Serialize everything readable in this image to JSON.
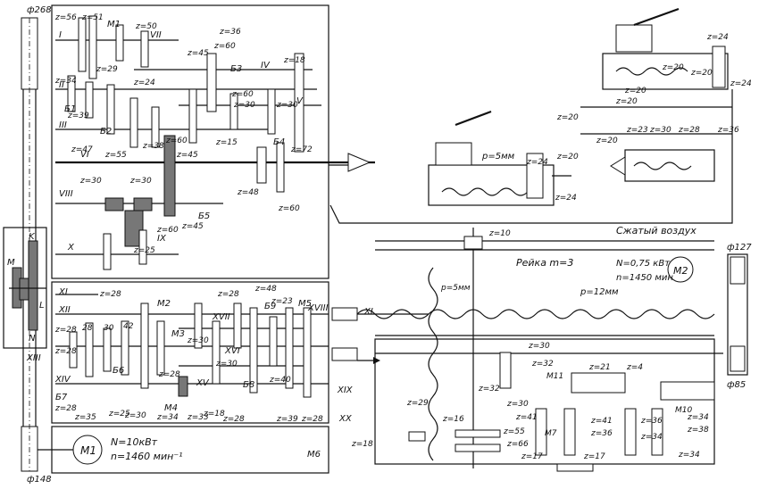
{
  "pulleys": {
    "top_left": "ф268",
    "bottom_left": "ф148",
    "right_top": "ф127",
    "right_bottom": "ф85"
  },
  "motor1": {
    "label": "M1",
    "power": "N=10кВт",
    "speed": "n=1460 мин⁻¹"
  },
  "motor2": {
    "label": "M2",
    "power": "N=0,75 кВт",
    "speed": "n=1450 мин"
  },
  "shafts": [
    "I",
    "II",
    "III",
    "IV",
    "V",
    "VI",
    "VII",
    "VIII",
    "IX",
    "X",
    "XI",
    "XII",
    "XIII",
    "XIV",
    "XV",
    "XVI",
    "XVII",
    "XVIII",
    "XIX",
    "XX"
  ],
  "clutches": [
    "M1",
    "M2",
    "M3",
    "M4",
    "M5",
    "M6",
    "M7",
    "M10",
    "M11"
  ],
  "blocks": [
    "Б1",
    "Б2",
    "Б3",
    "Б4",
    "Б5",
    "Б6",
    "Б7",
    "Б8",
    "Б9"
  ],
  "left_labels": {
    "k": "K",
    "m": "M",
    "l": "L",
    "n": "N"
  },
  "gear_labels_top": [
    "z=56",
    "z=51",
    "z=50",
    "z=36",
    "z=34",
    "z=29",
    "z=24",
    "z=45",
    "z=60",
    "z=18",
    "z=39",
    "z=60",
    "z=30",
    "z=30",
    "z=47",
    "z=55",
    "z=38",
    "z=60",
    "z=15",
    "z=45",
    "z=72",
    "z=30",
    "z=30",
    "z=48",
    "z=60",
    "z=60",
    "z=45",
    "z=25"
  ],
  "gear_labels_bottom": [
    "z=28",
    "z=28",
    "z=48",
    "z=23",
    "z=28",
    "z=30",
    "42",
    "z=28",
    "30",
    "28",
    "z=30",
    "z=40",
    "z=28",
    "z=35",
    "z=25",
    "z=30",
    "z=34",
    "z=33",
    "z=18",
    "z=28",
    "z=39",
    "z=28",
    "z=28",
    "z=18"
  ],
  "carriage": {
    "pitch": "p=5мм",
    "gears": [
      "z=24",
      "z=24",
      "z=10"
    ],
    "rack": "Рейка m=3",
    "side_pitch": "p=5мм"
  },
  "tailstock": {
    "gears": [
      "z=24",
      "z=20",
      "z=20",
      "z=20",
      "z=24",
      "z=20",
      "z=20",
      "z=23",
      "z=30",
      "z=28",
      "z=36",
      "z=20",
      "z=20"
    ]
  },
  "air": "Сжатый воздух",
  "leadscrew": {
    "pitch": "p=12мм"
  },
  "apron": {
    "gears": [
      "z=30",
      "z=32",
      "z=32",
      "z=30",
      "z=21",
      "z=4",
      "z=41",
      "z=29",
      "z=16",
      "z=55",
      "z=66",
      "z=41",
      "z=36",
      "z=36",
      "z=34",
      "z=34",
      "z=17",
      "z=17",
      "z=34",
      "z=38"
    ]
  }
}
